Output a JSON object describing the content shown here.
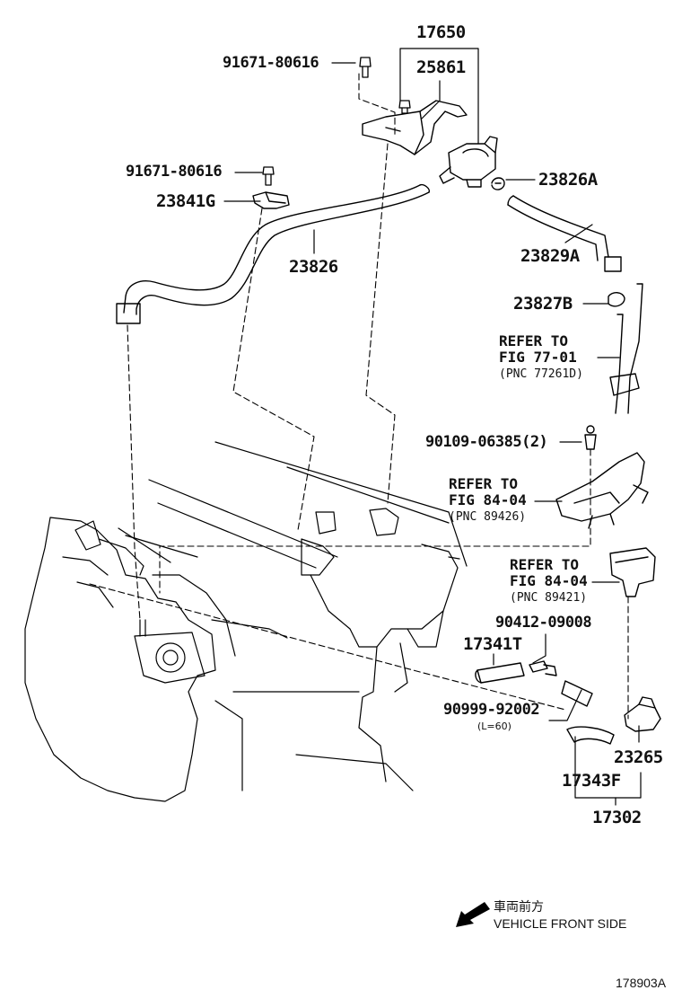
{
  "diagram": {
    "figure_id": "178903A",
    "direction": {
      "japanese": "車両前方",
      "english": "VEHICLE FRONT SIDE"
    },
    "parts": {
      "p17650": "17650",
      "p25861": "25861",
      "bolt_top": "91671-80616",
      "bolt_left": "91671-80616",
      "p23841g": "23841G",
      "p23826a": "23826A",
      "p23826": "23826",
      "p23829a": "23829A",
      "p23827b": "23827B",
      "p90109": "90109-06385(2)",
      "p90412": "90412-09008",
      "p17341t": "17341T",
      "p90999": "90999-92002",
      "p90999_len": "(L=60)",
      "p23265": "23265",
      "p17343f": "17343F",
      "p17302": "17302"
    },
    "refs": [
      {
        "refer": "REFER TO",
        "fig": "FIG 77-01",
        "pnc": "(PNC 77261D)"
      },
      {
        "refer": "REFER TO",
        "fig": "FIG 84-04",
        "pnc": "(PNC 89426)"
      },
      {
        "refer": "REFER TO",
        "fig": "FIG 84-04",
        "pnc": "(PNC 89421)"
      }
    ]
  }
}
